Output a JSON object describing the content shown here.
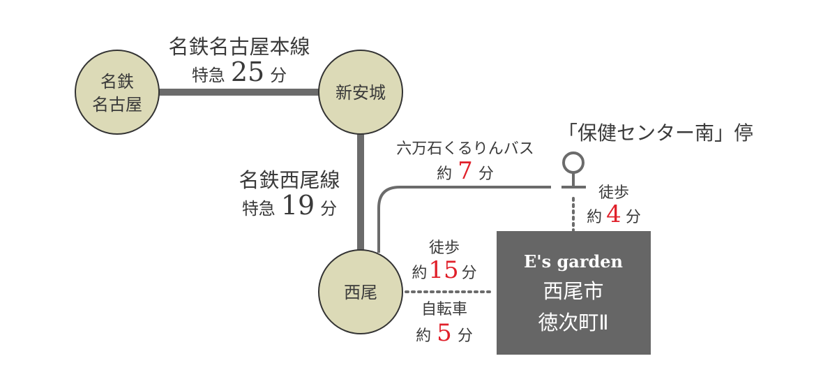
{
  "colors": {
    "line": "#6b6b6b",
    "station_fill": "#dcdab7",
    "box": "#666666",
    "accent": "#e0202a"
  },
  "stations": {
    "meitetsu_nagoya_1": "名鉄",
    "meitetsu_nagoya_2": "名古屋",
    "shin_anjo": "新安城",
    "nishio": "西尾"
  },
  "routes": {
    "main": {
      "name": "名鉄名古屋本線",
      "prefix": "特急",
      "minutes": "25",
      "unit": "分"
    },
    "nishio": {
      "name": "名鉄西尾線",
      "prefix": "特急",
      "minutes": "19",
      "unit": "分"
    },
    "bus": {
      "name": "六万石くるりんバス",
      "prefix": "約",
      "minutes": "7",
      "unit": "分"
    },
    "bus_walk": {
      "mode": "徒歩",
      "prefix": "約",
      "minutes": "4",
      "unit": "分"
    },
    "walk": {
      "mode": "徒歩",
      "prefix": "約",
      "minutes": "15",
      "unit": "分"
    },
    "bike": {
      "mode": "自転車",
      "prefix": "約",
      "minutes": "5",
      "unit": "分"
    }
  },
  "bus_stop": {
    "label": "「保健センター南」停"
  },
  "destination": {
    "brand": "E's garden",
    "line1": "西尾市",
    "line2": "徳次町Ⅱ"
  }
}
